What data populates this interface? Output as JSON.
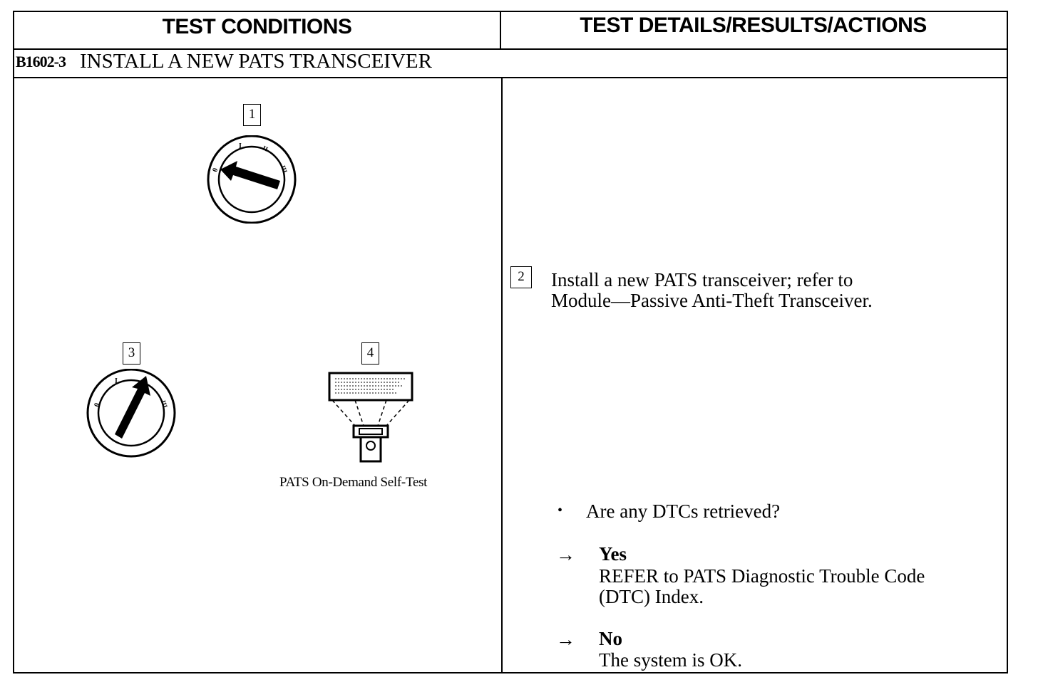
{
  "header": {
    "left": "TEST CONDITIONS",
    "right": "TEST DETAILS/RESULTS/ACTIONS"
  },
  "section": {
    "code": "B1602-3",
    "title": "INSTALL A NEW PATS TRANSCEIVER"
  },
  "illustrations": {
    "step1_number": "1",
    "step3_number": "3",
    "step4_number": "4",
    "step4_caption": "PATS On-Demand Self-Test",
    "switch_positions": [
      "0",
      "I",
      "II",
      "III"
    ]
  },
  "details": {
    "step2_number": "2",
    "step2_line1": "Install a new PATS transceiver; refer to",
    "step2_line2": "Module—Passive Anti-Theft Transceiver.",
    "question_bullet": "•",
    "question": "Are any DTCs retrieved?",
    "arrow": "→",
    "yes_label": "Yes",
    "yes_line1": "REFER to PATS Diagnostic Trouble Code",
    "yes_line2": "(DTC) Index.",
    "no_label": "No",
    "no_line1": "The system is OK."
  }
}
